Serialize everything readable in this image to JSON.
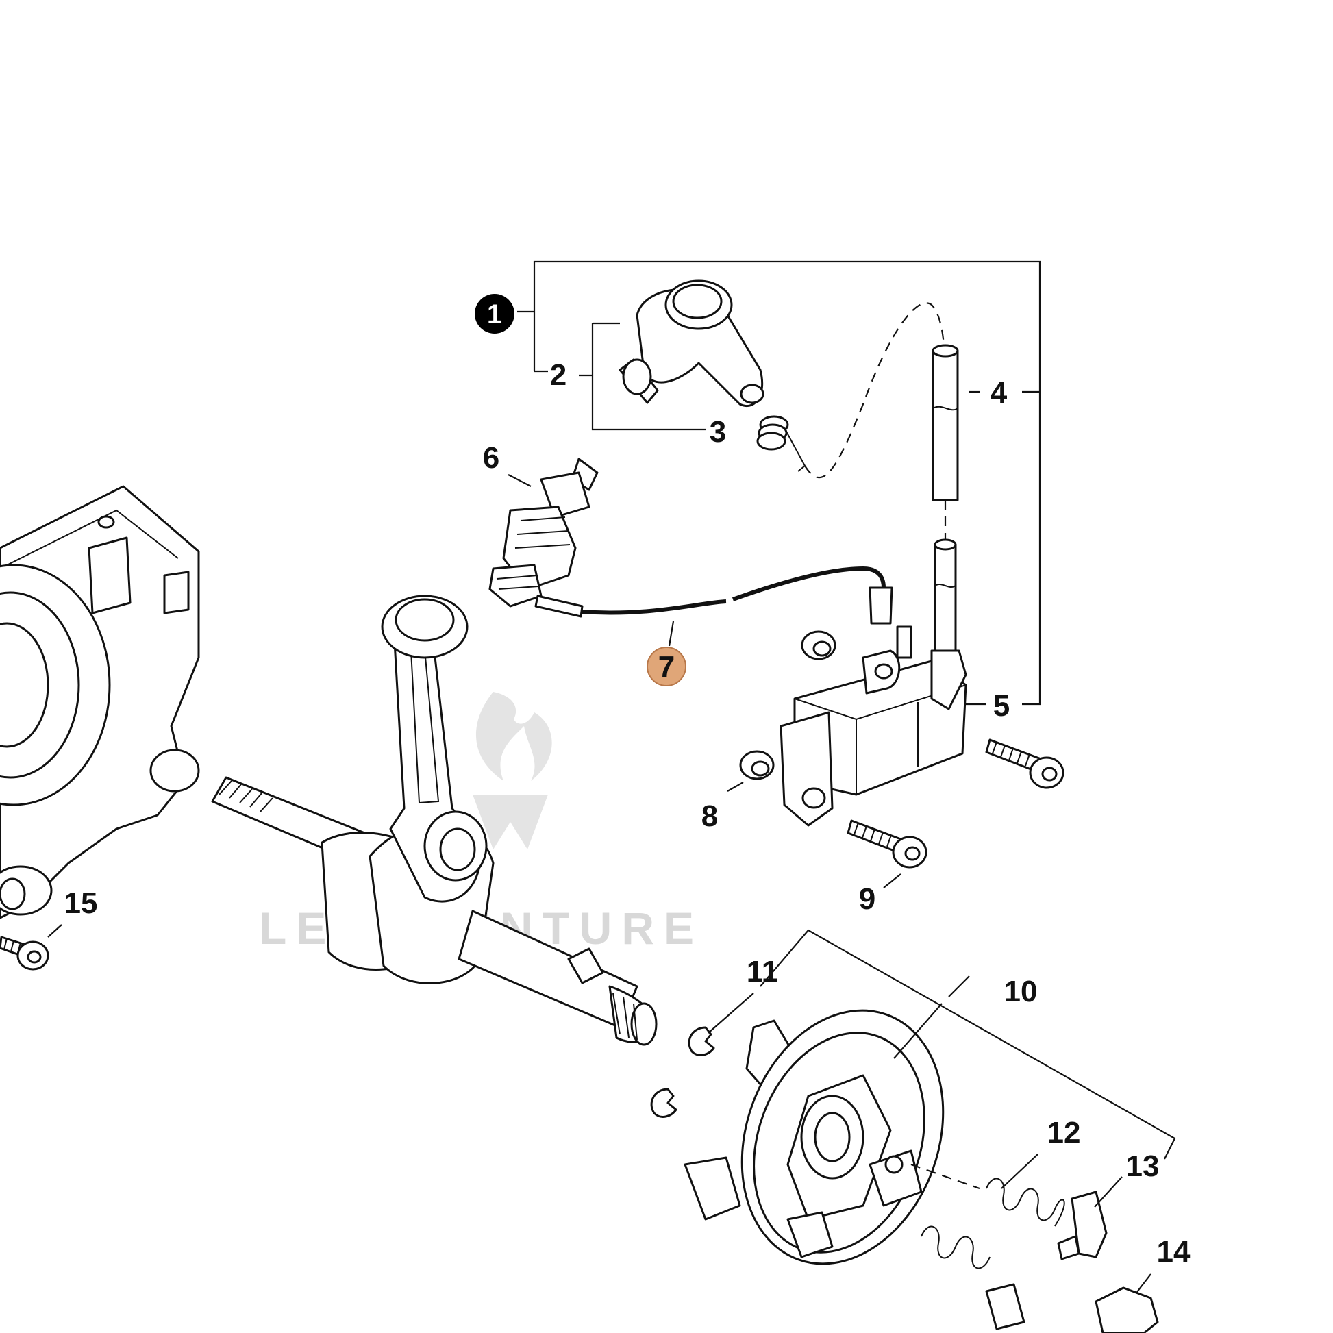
{
  "diagram": {
    "watermark": "LEADVENTURE",
    "highlighted_callout": "7",
    "highlight_color": "#e0a678",
    "callouts": {
      "c1": "1",
      "c2": "2",
      "c3": "3",
      "c4": "4",
      "c5": "5",
      "c6": "6",
      "c7": "7",
      "c8": "8",
      "c9": "9",
      "c10": "10",
      "c11": "11",
      "c12": "12",
      "c13": "13",
      "c14": "14",
      "c15": "15"
    },
    "parts": [
      "crankcase",
      "crankshaft",
      "connecting-rod",
      "spark-plug-boot",
      "boot-spring",
      "ignition-lead",
      "ignition-module",
      "spark-plug",
      "ground-wire",
      "grommet",
      "screw",
      "clutch",
      "e-clip",
      "clutch-spring",
      "clutch-shoe",
      "nut"
    ]
  }
}
